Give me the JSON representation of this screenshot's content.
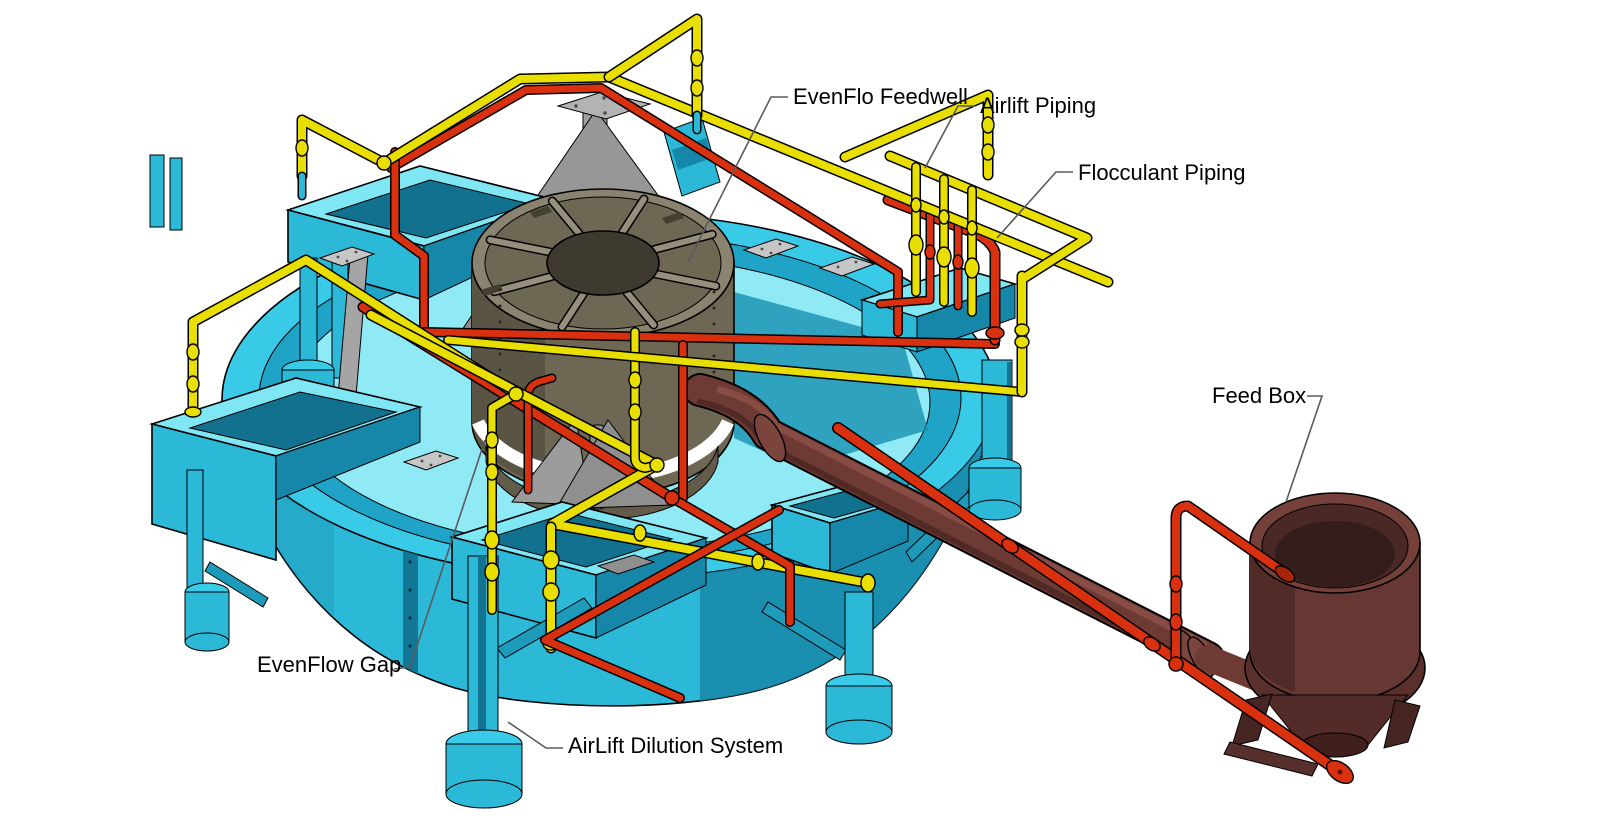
{
  "figure": {
    "type": "3d-isometric-cad-rendering",
    "description": "Thickener EvenFlo feedwell system with airlift dilution, flocculant piping and external feed box",
    "background": "#FFFFFF"
  },
  "colors": {
    "bg": "#FFFFFF",
    "cyan": "#2CB9D8",
    "cyanBright": "#38CAE6",
    "cyanLight": "#90EAF6",
    "cyanTop": "#7FE6F4",
    "cyanDark": "#1787A9",
    "cyanDeep": "#11718F",
    "channel": "#1FA3C6",
    "pipeYellow": "#E8DF00",
    "pipeRed": "#D93110",
    "pipeMaroon": "#6E3B34",
    "maroonDark": "#4A2522",
    "boxMaroon": "#673733",
    "olive": "#6E6754",
    "oliveDark": "#5A5444",
    "oliveLight": "#8A8370",
    "spoke": "#968F7B",
    "hole": "#3E3A30",
    "steelGray": "#9A9A9A",
    "plateGray": "#C6C6C6",
    "leader": "#5A5A5A",
    "labelText": "#000000"
  },
  "callouts": [
    {
      "id": "evenflo-feedwell",
      "label": "EvenFlo Feedwell"
    },
    {
      "id": "airlift-piping",
      "label": "Airlift Piping"
    },
    {
      "id": "flocculant-piping",
      "label": "Flocculant Piping"
    },
    {
      "id": "feed-box",
      "label": "Feed Box"
    },
    {
      "id": "evenflow-gap",
      "label": "EvenFlow Gap"
    },
    {
      "id": "airlift-dilution-system",
      "label": "AirLift Dilution System"
    }
  ]
}
